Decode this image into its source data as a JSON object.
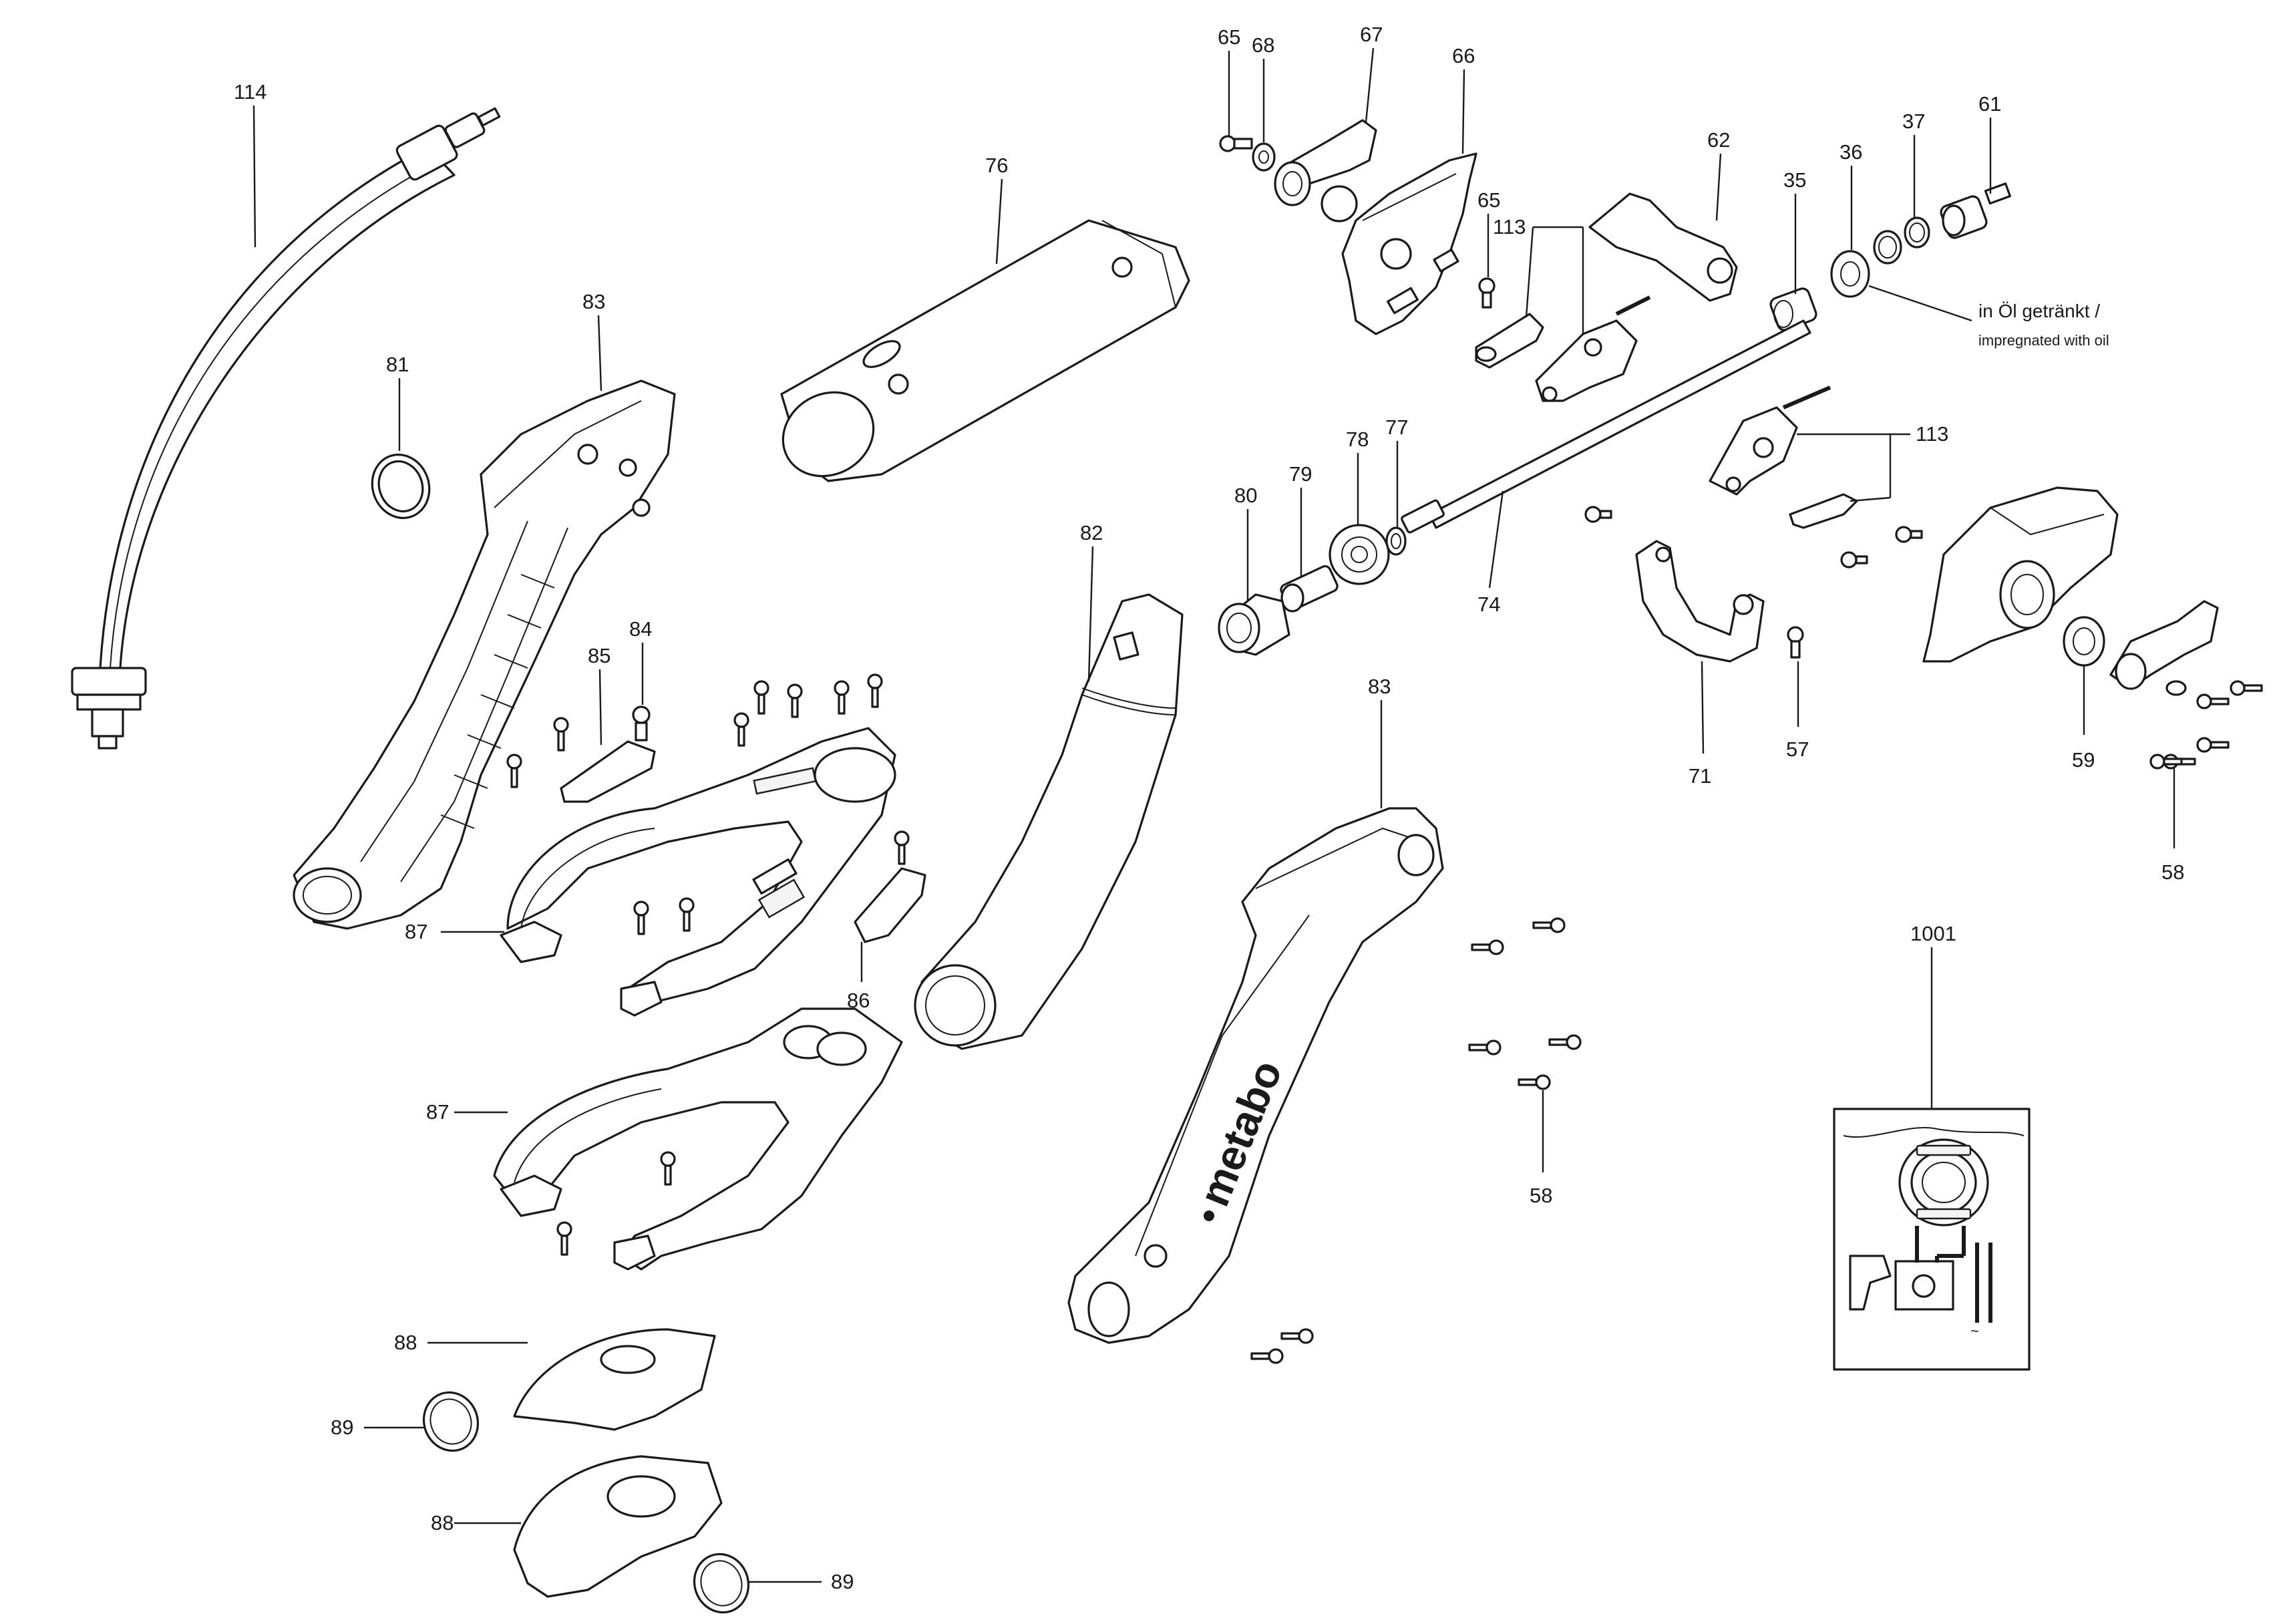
{
  "labels": {
    "p114": "114",
    "p83a": "83",
    "p81": "81",
    "p85": "85",
    "p84": "84",
    "p87a": "87",
    "p86": "86",
    "p87b": "87",
    "p88a": "88",
    "p89a": "89",
    "p88b": "88",
    "p89b": "89",
    "p76": "76",
    "p82": "82",
    "p65a": "65",
    "p68": "68",
    "p67": "67",
    "p66": "66",
    "p65b": "65",
    "p113a": "113",
    "p62": "62",
    "p35": "35",
    "p36": "36",
    "p37": "37",
    "p61": "61",
    "p80": "80",
    "p79": "79",
    "p78": "78",
    "p77": "77",
    "p74": "74",
    "p113b": "113",
    "p71": "71",
    "p57": "57",
    "p59": "59",
    "p58a": "58",
    "p83b": "83",
    "p58b": "58",
    "p1001": "1001"
  },
  "oil_note": {
    "line1": "in Öl getränkt /",
    "line2": "impregnated with oil"
  },
  "brand_text": "metabo"
}
